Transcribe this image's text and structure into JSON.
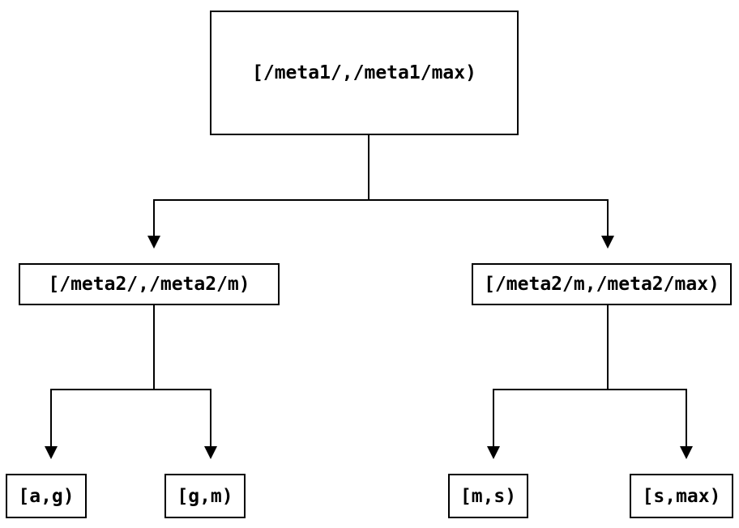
{
  "diagram": {
    "type": "binary-interval-tree",
    "background_color": "#ffffff",
    "line_color": "#000000",
    "text_color": "#000000",
    "nodes": {
      "root": {
        "label": "[/meta1/,/meta1/max)"
      },
      "left": {
        "label": "[/meta2/,/meta2/m)"
      },
      "right": {
        "label": "[/meta2/m,/meta2/max)"
      },
      "leaf_ag": {
        "label": "[a,g)"
      },
      "leaf_gm": {
        "label": "[g,m)"
      },
      "leaf_ms": {
        "label": "[m,s)"
      },
      "leaf_smax": {
        "label": "[s,max)"
      }
    },
    "edges": [
      {
        "from": "root",
        "to": "left"
      },
      {
        "from": "root",
        "to": "right"
      },
      {
        "from": "left",
        "to": "leaf_ag"
      },
      {
        "from": "left",
        "to": "leaf_gm"
      },
      {
        "from": "right",
        "to": "leaf_ms"
      },
      {
        "from": "right",
        "to": "leaf_smax"
      }
    ]
  }
}
